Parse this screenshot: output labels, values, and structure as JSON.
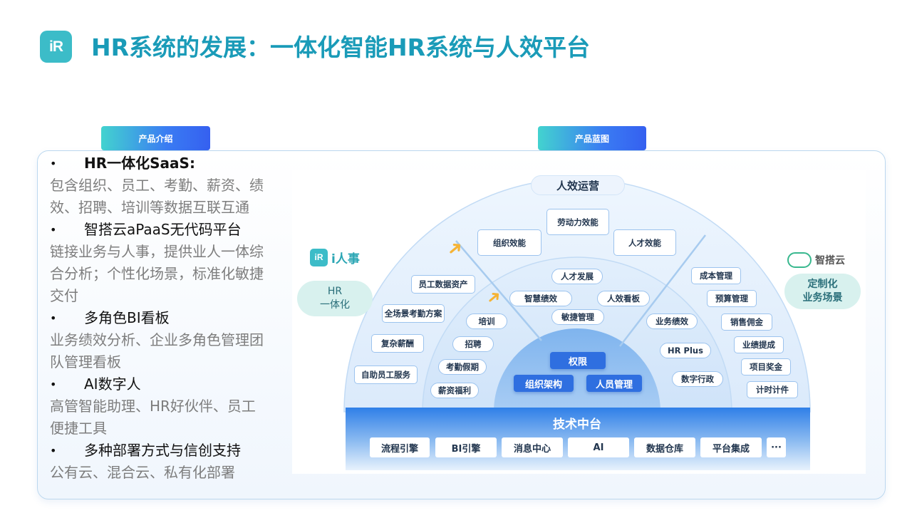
{
  "header": {
    "logo_text": "iR",
    "title": "HR系统的发展：一体化智能HR系统与人效平台"
  },
  "tabs": {
    "intro": "产品介绍",
    "blueprint": "产品蓝图"
  },
  "features": [
    {
      "title": "HR一体化SaaS:",
      "lines": [
        "包含组织、员工、考勤、薪资、绩",
        "效、招聘、培训等数据互联互通"
      ]
    },
    {
      "title": "智搭云aPaaS无代码平台",
      "lines": [
        "链接业务与人事，提供业人一体综",
        "合分析；个性化场景，标准化敏捷",
        "交付"
      ]
    },
    {
      "title": "多角色BI看板",
      "lines": [
        "业务绩效分析、企业多角色管理团",
        "队管理看板"
      ]
    },
    {
      "title": "AI数字人",
      "lines": [
        "高管智能助理、HR好伙伴、员工",
        "便捷工具"
      ]
    },
    {
      "title": "多种部署方式与信创支持",
      "lines": [
        "公有云、混合云、私有化部署"
      ]
    }
  ],
  "diagram": {
    "top_label": "人效运营",
    "left_brand": "i人事",
    "left_brand_logo": "iR",
    "left_bubble": [
      "HR",
      "一体化"
    ],
    "right_brand": "智搭云",
    "right_bubble": [
      "定制化",
      "业务场景"
    ],
    "outer_top": [
      "组织效能",
      "劳动力效能",
      "人才效能"
    ],
    "middle_top": [
      "人才发展",
      "智慧绩效",
      "人效看板",
      "敏捷管理"
    ],
    "left_outer": [
      "员工数据资产",
      "全场景考勤方案",
      "复杂薪酬",
      "自助员工服务"
    ],
    "left_inner": [
      "培训",
      "招聘",
      "考勤假期",
      "薪资福利"
    ],
    "right_inner": [
      "业务绩效",
      "HR Plus",
      "数字行政"
    ],
    "right_outer": [
      "成本管理",
      "预算管理",
      "销售佣金",
      "业绩提成",
      "项目奖金",
      "计时计件"
    ],
    "core": [
      "权限",
      "组织架构",
      "人员管理"
    ],
    "tech_title": "技术中台",
    "tech_items": [
      "流程引擎",
      "BI引擎",
      "消息中心",
      "AI",
      "数据仓库",
      "平台集成",
      "···"
    ]
  }
}
